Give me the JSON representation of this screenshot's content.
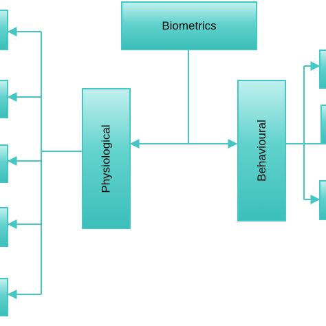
{
  "diagram": {
    "root": {
      "label": "Biometrics"
    },
    "left": {
      "label": "Physiological",
      "children_visible": 5
    },
    "right": {
      "label": "Behavioural",
      "children_visible": 3
    }
  },
  "colors": {
    "line": "#46c6c2",
    "box_top": "#bff0ee",
    "box_bottom": "#3cbfba"
  }
}
